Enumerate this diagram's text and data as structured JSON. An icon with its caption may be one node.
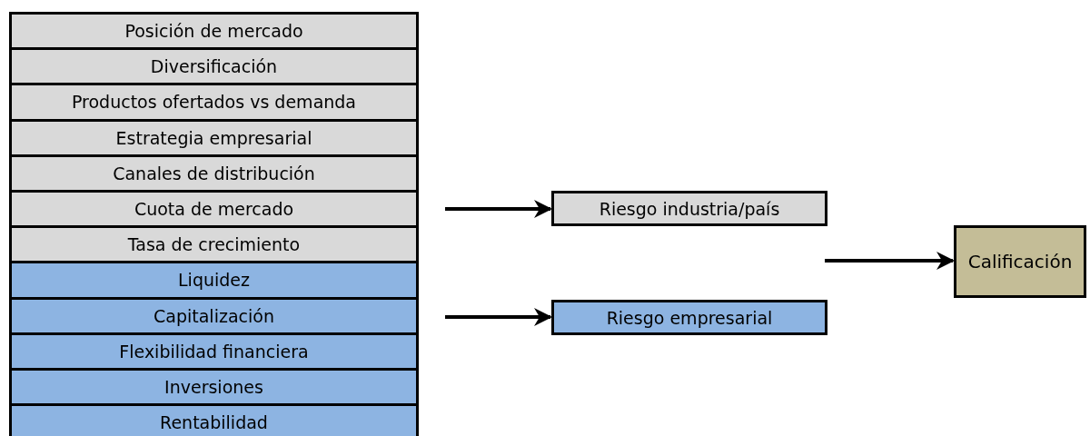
{
  "diagram": {
    "nodes": [
      {
        "text": [
          "Posición de mercado"
        ]
      },
      {
        "text": [
          "Diversificación"
        ]
      },
      {
        "text": [
          "Productos ofertados vs demanda"
        ]
      },
      {
        "text": [
          "Estrategia empresarial"
        ]
      },
      {
        "text": [
          "Canales de distribución"
        ]
      },
      {
        "text": [
          "Cuota de mercado"
        ]
      },
      {
        "text": [
          "Tasa de crecimiento"
        ]
      },
      {
        "text": [
          "Liquidez"
        ]
      },
      {
        "text": [
          "Capitalización"
        ]
      },
      {
        "text": [
          "Flexibilidad financiera"
        ]
      },
      {
        "text": [
          "Inversiones"
        ]
      },
      {
        "text": [
          "Rentabilidad"
        ]
      },
      {
        "text": [
          "Riesgo industria/país"
        ]
      },
      {
        "text": [
          "Riesgo empresarial"
        ]
      },
      {
        "text": [
          "Calificación"
        ]
      }
    ],
    "edges": [
      {
        "from": null,
        "to": 12,
        "arrow": "to"
      },
      {
        "from": null,
        "to": 13,
        "arrow": "to"
      },
      {
        "from": null,
        "to": 14,
        "arrow": "to"
      }
    ]
  }
}
